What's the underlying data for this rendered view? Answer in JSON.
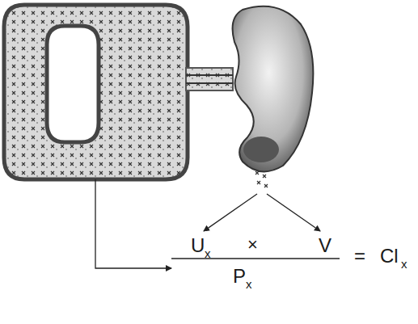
{
  "diagram": {
    "labels": [
      "U",
      "x",
      "×",
      "V",
      "P",
      "x",
      "=",
      "Cl",
      "x"
    ]
  }
}
